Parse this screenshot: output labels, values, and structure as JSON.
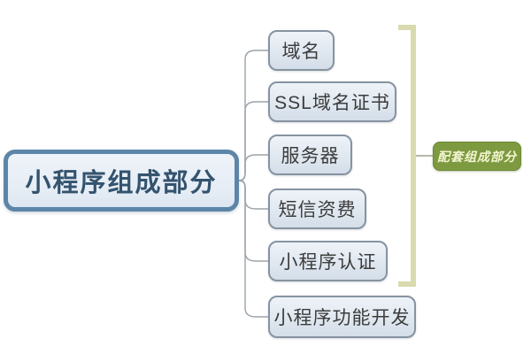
{
  "diagram": {
    "root": {
      "label": "小程序组成部分"
    },
    "children": [
      {
        "label": "域名"
      },
      {
        "label": "SSL域名证书"
      },
      {
        "label": "服务器"
      },
      {
        "label": "短信资费"
      },
      {
        "label": "小程序认证"
      },
      {
        "label": "小程序功能开发"
      }
    ],
    "group": {
      "label": "配套组成部分",
      "covers": [
        "域名",
        "SSL域名证书",
        "服务器",
        "短信资费",
        "小程序认证"
      ]
    },
    "colors": {
      "root_border": "#5d85a8",
      "root_fill": "#e8eef6",
      "root_text": "#33536e",
      "child_border": "#8693a1",
      "child_text": "#3c3c3c",
      "line": "#9aa3ac",
      "bracket": "#d9daae",
      "group_bg": "#7d9a40",
      "group_text": "#f2f5cf"
    }
  }
}
